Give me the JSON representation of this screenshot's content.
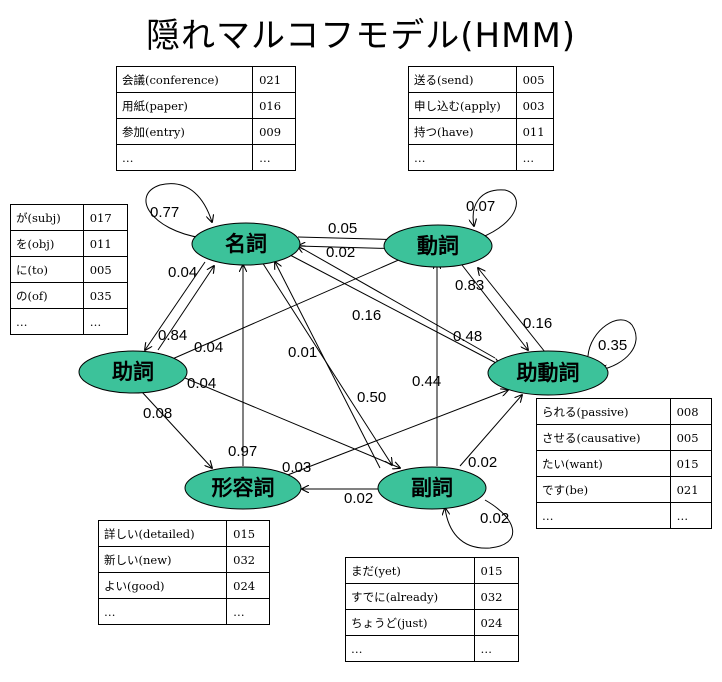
{
  "title": "隠れマルコフモデル(HMM)",
  "nodes": {
    "meishi": "名詞",
    "doushi": "動詞",
    "joshi": "助詞",
    "jodoushi": "助動詞",
    "keiyoushi": "形容詞",
    "fukushi": "副詞"
  },
  "edges": {
    "meishi_self": "0.77",
    "doushi_self": "0.07",
    "jodoushi_self": "0.35",
    "fukushi_self": "0.02",
    "meishi_doushi": "0.05",
    "doushi_meishi": "0.02",
    "meishi_joshi": "0.04",
    "joshi_meishi": "0.84",
    "joshi_doushi": "0.04",
    "joshi_jodoushi": "0.04",
    "joshi_keiyoushi": "0.08",
    "meishi_jodoushi": "0.16",
    "jodoushi_meishi": "0.48",
    "meishi_fukushi": "0.01",
    "fukushi_meishi": "0.50",
    "keiyoushi_meishi": "0.97",
    "keiyoushi_jodoushi": "0.03",
    "fukushi_doushi": "0.44",
    "fukushi_keiyoushi": "0.02",
    "fukushi_jodoushi": "0.02",
    "doushi_jodoushi": "0.83",
    "jodoushi_doushi": "0.16"
  },
  "tables": {
    "meishi": [
      [
        "会議(conference)",
        "021"
      ],
      [
        "用紙(paper)",
        "016"
      ],
      [
        "参加(entry)",
        "009"
      ],
      [
        "…",
        "…"
      ]
    ],
    "doushi": [
      [
        "送る(send)",
        "005"
      ],
      [
        "申し込む(apply)",
        "003"
      ],
      [
        "持つ(have)",
        "011"
      ],
      [
        "…",
        "…"
      ]
    ],
    "joshi": [
      [
        "が(subj)",
        "017"
      ],
      [
        "を(obj)",
        "011"
      ],
      [
        "に(to)",
        "005"
      ],
      [
        "の(of)",
        "035"
      ],
      [
        "…",
        "…"
      ]
    ],
    "jodoushi": [
      [
        "られる(passive)",
        "008"
      ],
      [
        "させる(causative)",
        "005"
      ],
      [
        "たい(want)",
        "015"
      ],
      [
        "です(be)",
        "021"
      ],
      [
        "…",
        "…"
      ]
    ],
    "keiyoushi": [
      [
        "詳しい(detailed)",
        "015"
      ],
      [
        "新しい(new)",
        "032"
      ],
      [
        "よい(good)",
        "024"
      ],
      [
        "…",
        "…"
      ]
    ],
    "fukushi": [
      [
        "まだ(yet)",
        "015"
      ],
      [
        "すでに(already)",
        "032"
      ],
      [
        "ちょうど(just)",
        "024"
      ],
      [
        "…",
        "…"
      ]
    ]
  }
}
